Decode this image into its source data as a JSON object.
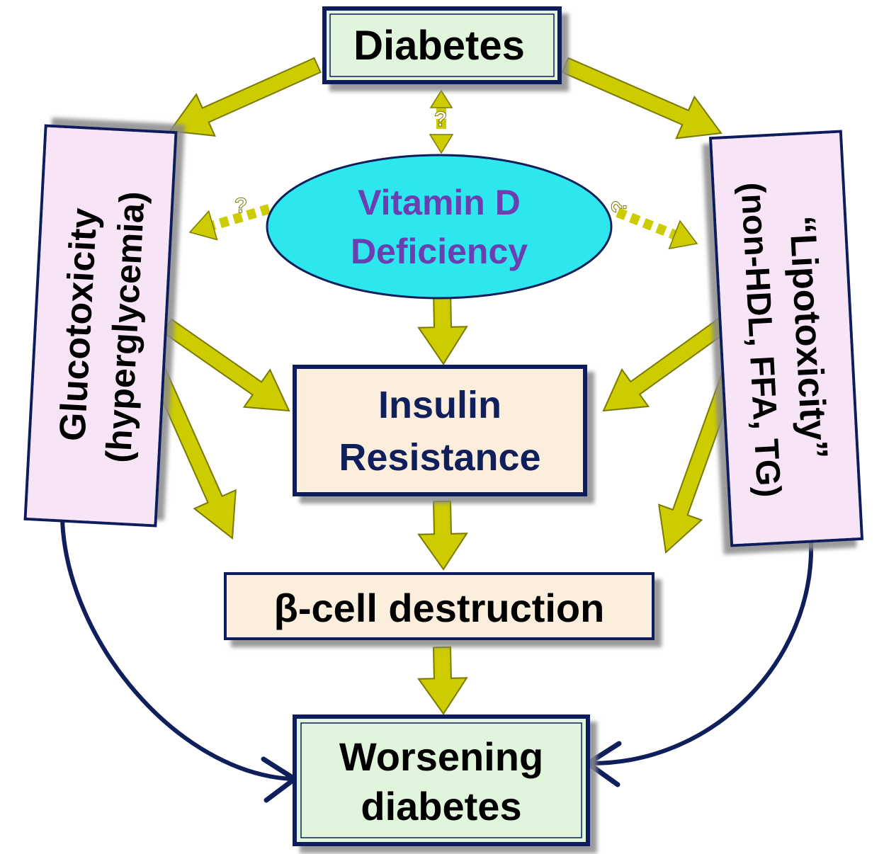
{
  "nodes": {
    "diabetes": {
      "label": "Diabetes"
    },
    "vitamin_d": {
      "line1": "Vitamin D",
      "line2": "Deficiency"
    },
    "glucotoxicity": {
      "line1": "Glucotoxicity",
      "line2": "(hyperglycemia)"
    },
    "lipotoxicity": {
      "line1": "“Lipotoxicity”",
      "line2": "(non-HDL, FFA, TG)"
    },
    "insulin_resistance": {
      "line1": "Insulin",
      "line2": "Resistance"
    },
    "beta_cell": {
      "label": "β-cell destruction"
    },
    "worsening": {
      "line1": "Worsening",
      "line2": "diabetes"
    }
  },
  "question_marks": {
    "top": "?",
    "left": "?",
    "right": "?"
  },
  "colors": {
    "arrow_fill": "#cccc00",
    "arrow_stroke": "#7a7a00",
    "box_border": "#0f1f5c",
    "curve": "#0f1f5c",
    "green_box": "#e0f5dc",
    "pink_box": "#f7e5f7",
    "beige_box": "#fbeedd",
    "ellipse_fill": "#2ee6ee",
    "ellipse_text": "#6b3fb0",
    "text_dark": "#0f1f5c",
    "text_black": "#000000"
  },
  "edges": [
    {
      "from": "diabetes",
      "to": "glucotoxicity",
      "style": "solid"
    },
    {
      "from": "diabetes",
      "to": "lipotoxicity",
      "style": "solid"
    },
    {
      "from": "diabetes",
      "to": "vitamin_d",
      "style": "dotted"
    },
    {
      "from": "vitamin_d",
      "to": "glucotoxicity",
      "style": "dotted"
    },
    {
      "from": "vitamin_d",
      "to": "lipotoxicity",
      "style": "dotted"
    },
    {
      "from": "vitamin_d",
      "to": "insulin_resistance",
      "style": "solid"
    },
    {
      "from": "glucotoxicity",
      "to": "insulin_resistance",
      "style": "solid"
    },
    {
      "from": "glucotoxicity",
      "to": "beta_cell",
      "style": "solid"
    },
    {
      "from": "lipotoxicity",
      "to": "insulin_resistance",
      "style": "solid"
    },
    {
      "from": "lipotoxicity",
      "to": "beta_cell",
      "style": "solid"
    },
    {
      "from": "insulin_resistance",
      "to": "beta_cell",
      "style": "solid"
    },
    {
      "from": "beta_cell",
      "to": "worsening",
      "style": "solid"
    },
    {
      "from": "glucotoxicity",
      "to": "worsening",
      "style": "curve"
    },
    {
      "from": "lipotoxicity",
      "to": "worsening",
      "style": "curve"
    }
  ]
}
